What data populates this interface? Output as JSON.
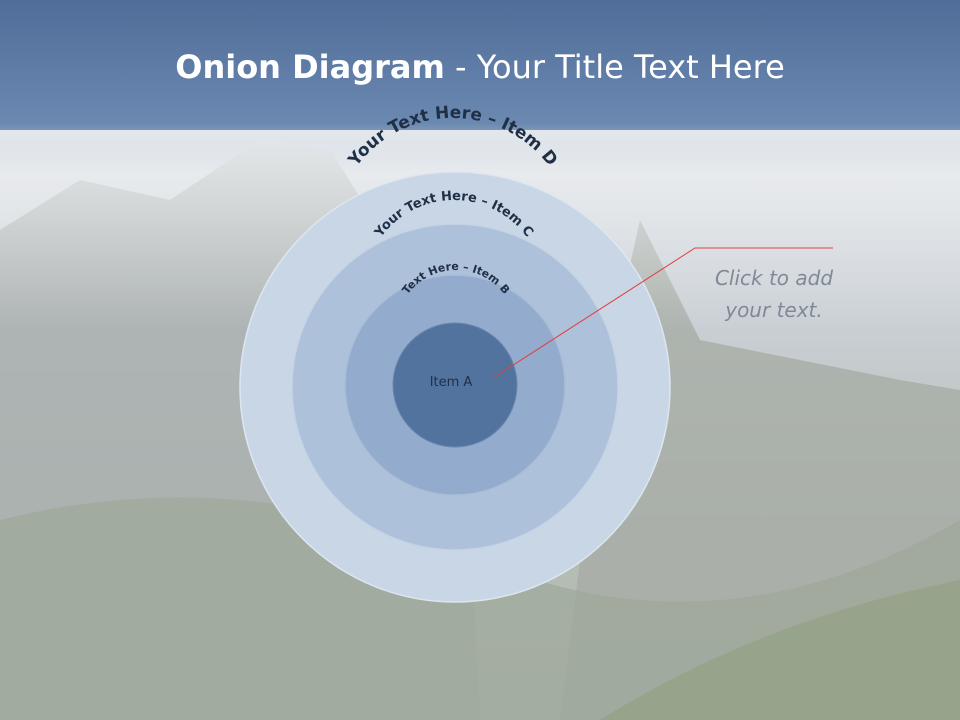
{
  "title": {
    "bold": "Onion Diagram",
    "rest": " - Your Title Text Here"
  },
  "diagram": {
    "ring_d_label": "Your Text Here – Item D",
    "ring_c_label": "Your Text Here – Item C",
    "ring_b_label": "Text Here – Item B",
    "core_label": "Item A"
  },
  "callout": {
    "line1": "Click  to add",
    "line2": "your text."
  },
  "colors": {
    "ring_d": "#c9d6e6",
    "ring_c": "#aec1da",
    "ring_b": "#93abcc",
    "core": "#52739e",
    "header_band": "#5f7ea8",
    "callout_line": "#e04040"
  }
}
